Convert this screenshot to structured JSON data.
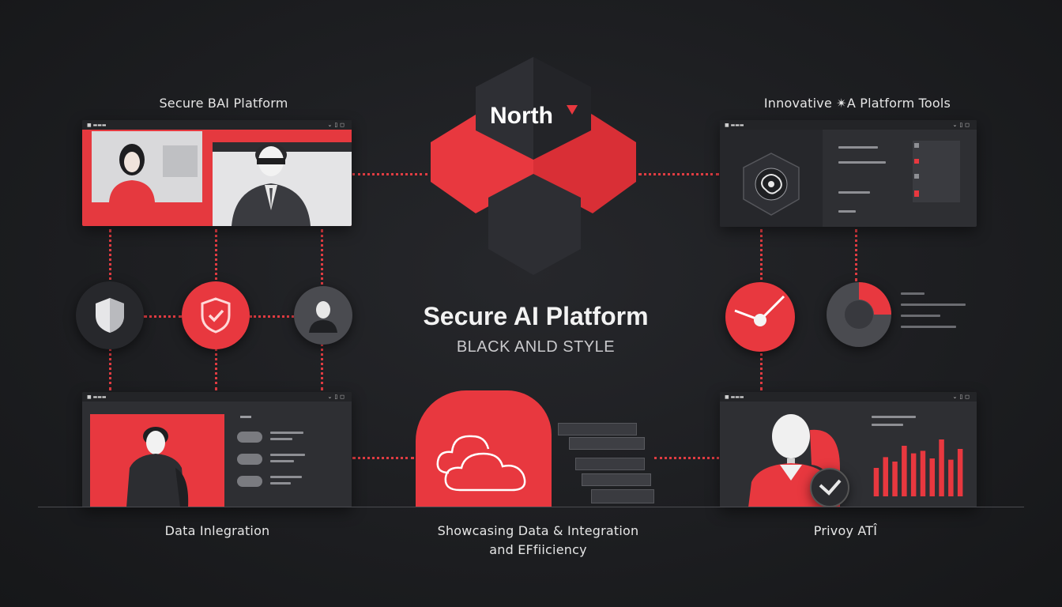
{
  "labels": {
    "top_left": "Secure BAI Platform",
    "top_right": "Innovative ✴A Platform Tools",
    "bottom_left": "Data Inlegration",
    "bottom_center_line1": "Showcasing Data & Integration",
    "bottom_center_line2": "and EFfiiciency",
    "bottom_right": "Privoy ATÎ"
  },
  "center": {
    "logo_text": "North",
    "title": "Secure AI Platform",
    "subtitle": "BLACK ANLD STYLE"
  },
  "colors": {
    "accent": "#e8383f",
    "background": "#1d1e21",
    "panel": "#2e2f33"
  },
  "icons": [
    "shield-icon",
    "shield-check-icon",
    "user-avatar-icon",
    "clock-icon",
    "donut-chart-icon",
    "cloud-icon",
    "checkmark-icon",
    "brain-chip-icon"
  ],
  "right_chart": {
    "values": [
      0.45,
      0.62,
      0.55,
      0.8,
      0.68,
      0.72,
      0.6,
      0.9,
      0.58,
      0.75
    ]
  }
}
